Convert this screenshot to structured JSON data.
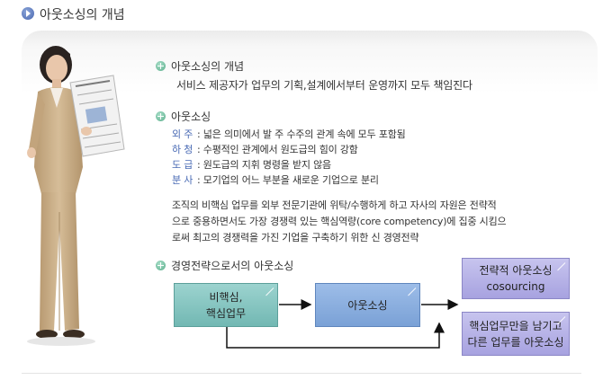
{
  "header": {
    "title": "아웃소싱의 개념"
  },
  "sections": {
    "concept": {
      "title": "아웃소싱의 개념",
      "description": "서비스 제공자가 업무의 기획,설계에서부터 운영까지 모두 책임진다"
    },
    "types": {
      "title": "아웃소싱",
      "items": [
        {
          "term": "외 주",
          "desc": ": 넓은 의미에서 발 주 수주의 관계 속에 모두 포함됨"
        },
        {
          "term": "하 청",
          "desc": ": 수평적인 관계에서 원도급의 힘이 강함"
        },
        {
          "term": "도 급",
          "desc": ": 원도급의 지휘 명령을 받지 않음"
        },
        {
          "term": "분 사",
          "desc": ": 모기업의 어느 부분을 새로운 기업으로 분리"
        }
      ],
      "paragraph_lines": [
        "조직의 비핵심 업무를 외부 전문기관에 위탁/수행하게 하고 자사의 자원은 전략적",
        "으로 중용하면서도 가장 경쟁력 있는 핵심역량(core competency)에 집중 시킴으",
        "로써 최고의 경쟁력을 가진 기업을 구축하기 위한 신 경영전략"
      ]
    },
    "strategy": {
      "title": "경영전략으로서의 아웃소싱",
      "box_noncore_line1": "비핵심,",
      "box_noncore_line2": "핵심업무",
      "box_outsourcing": "아웃소싱",
      "box_strategic_line1": "전략적 아웃소싱",
      "box_strategic_line2": "cosourcing",
      "box_core_line1": "핵심업무만을 남기고",
      "box_core_line2": "다른 업무를 아웃소싱"
    }
  }
}
